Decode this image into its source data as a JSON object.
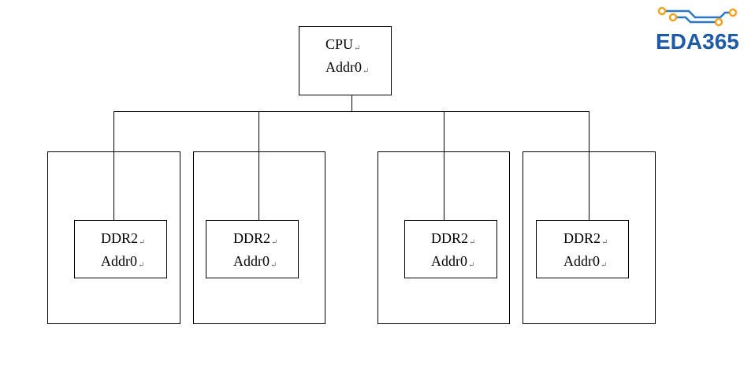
{
  "logo": {
    "text": "EDA365",
    "text_color": "#1f5aa6",
    "accent_color": "#f2a31b",
    "circuit_color": "#2b78c6"
  },
  "cpu": {
    "line1": "CPU",
    "line2": "Addr0",
    "paragraph_mark": "↵"
  },
  "ddr_chips": [
    {
      "line1": "DDR2",
      "line2": "Addr0"
    },
    {
      "line1": "DDR2",
      "line2": "Addr0"
    },
    {
      "line1": "DDR2",
      "line2": "Addr0"
    },
    {
      "line1": "DDR2",
      "line2": "Addr0"
    }
  ],
  "paragraph_mark": "↵"
}
